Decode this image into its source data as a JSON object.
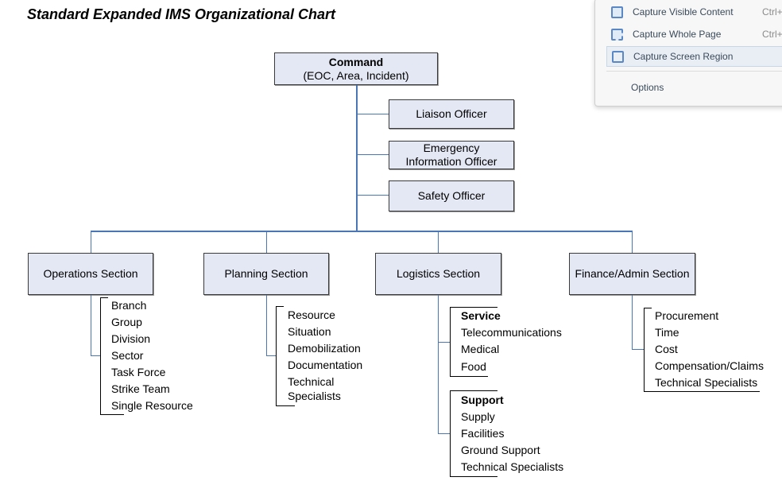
{
  "title": "Standard Expanded IMS Organizational Chart",
  "command": {
    "title": "Command",
    "subtitle": "(EOC, Area, Incident)"
  },
  "staff": [
    {
      "label": "Liaison Officer"
    },
    {
      "line1": "Emergency",
      "line2": "Information Officer"
    },
    {
      "label": "Safety Officer"
    }
  ],
  "sections": [
    {
      "label": "Operations Section",
      "items": [
        "Branch",
        "Group",
        "Division",
        "Sector",
        "Task Force",
        "Strike Team",
        "Single Resource"
      ]
    },
    {
      "label": "Planning Section",
      "items": [
        "Resource",
        "Situation",
        "Demobilization",
        "Documentation",
        "Technical",
        "Specialists"
      ]
    },
    {
      "label": "Logistics Section",
      "groups": [
        {
          "heading": "Service",
          "items": [
            "Telecommunications",
            "Medical",
            "Food"
          ]
        },
        {
          "heading": "Support",
          "items": [
            "Supply",
            "Facilities",
            "Ground Support",
            "Technical Specialists"
          ]
        }
      ]
    },
    {
      "label": "Finance/Admin Section",
      "items": [
        "Procurement",
        "Time",
        "Cost",
        "Compensation/Claims",
        "Technical Specialists"
      ]
    }
  ],
  "menu": {
    "items": [
      {
        "label": "Capture Visible Content",
        "shortcut": "Ctrl+",
        "icon": "capture-visible-icon"
      },
      {
        "label": "Capture Whole Page",
        "shortcut": "Ctrl+",
        "icon": "capture-page-icon"
      },
      {
        "label": "Capture Screen Region",
        "shortcut": "",
        "icon": "capture-region-icon"
      }
    ],
    "options": "Options"
  },
  "colors": {
    "box_fill": "#e4e8f4",
    "connector": "#4a76b8",
    "box_border": "#3a3a3a"
  }
}
